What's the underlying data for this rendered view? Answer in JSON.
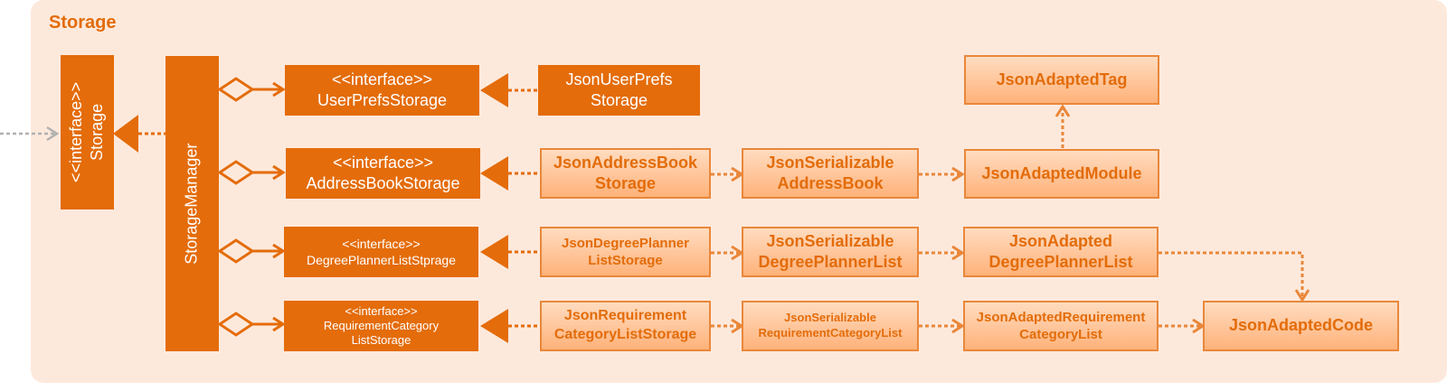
{
  "package": {
    "title": "Storage"
  },
  "colors": {
    "accent": "#e46c0a",
    "panel_bg": "#fde9dc",
    "box_gradient_top": "#ffdcc0",
    "box_gradient_bottom": "#ffb27a"
  },
  "storage_interface": {
    "stereotype": "<<interface>>",
    "name": "Storage"
  },
  "storage_manager": {
    "name": "StorageManager"
  },
  "interfaces": [
    {
      "stereotype": "<<interface>>",
      "name": "UserPrefsStorage"
    },
    {
      "stereotype": "<<interface>>",
      "name": "AddressBookStorage"
    },
    {
      "stereotype": "<<interface>>",
      "name": "DegreePlannerListStprage"
    },
    {
      "stereotype": "<<interface>>",
      "name": "RequirementCategory",
      "name2": "ListStorage"
    }
  ],
  "implementations": [
    {
      "line1": "JsonUserPrefs",
      "line2": "Storage"
    },
    {
      "line1": "JsonAddressBook",
      "line2": "Storage"
    },
    {
      "line1": "JsonDegreePlanner",
      "line2": "ListStorage"
    },
    {
      "line1": "JsonRequirement",
      "line2": "CategoryListStorage"
    }
  ],
  "serializables": [
    {
      "line1": "JsonSerializable",
      "line2": "AddressBook"
    },
    {
      "line1": "JsonSerializable",
      "line2": "DegreePlannerList"
    },
    {
      "line1": "JsonSerializable",
      "line2": "RequirementCategoryList"
    }
  ],
  "adapted": [
    {
      "line1": "JsonAdaptedModule"
    },
    {
      "line1": "JsonAdapted",
      "line2": "DegreePlannerList"
    },
    {
      "line1": "JsonAdaptedRequirement",
      "line2": "CategoryList"
    }
  ],
  "adapted_tag": {
    "name": "JsonAdaptedTag"
  },
  "adapted_code": {
    "name": "JsonAdaptedCode"
  }
}
